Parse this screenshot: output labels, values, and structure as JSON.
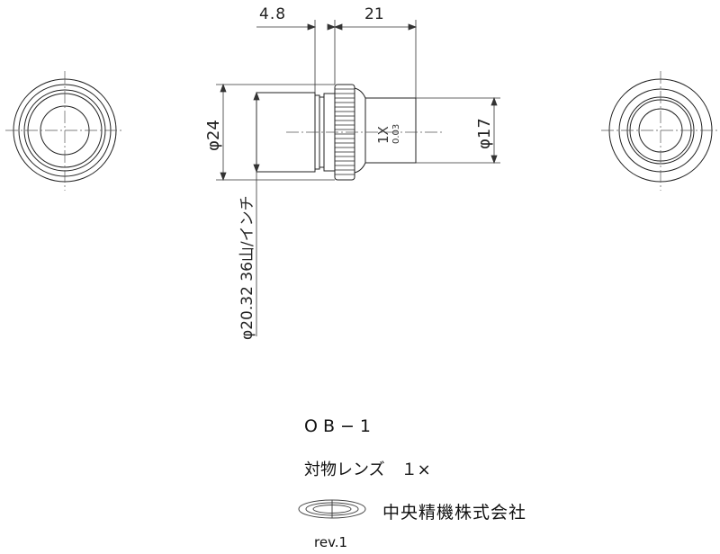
{
  "dimensions": {
    "left_top_offset": "4.8",
    "top_length": "21",
    "outer_diameter": "φ24",
    "thread_spec": "φ20.32 36山/インチ",
    "front_diameter": "φ17"
  },
  "lens_marking": {
    "magnification": "1X",
    "na": "0.03"
  },
  "title_block": {
    "model": "OB−1",
    "description": "対物レンズ　１×",
    "company": "中央精機株式会社",
    "revision": "rev.1"
  },
  "colors": {
    "line": "#222222",
    "center_line": "#555555",
    "dim_line": "#333333"
  }
}
